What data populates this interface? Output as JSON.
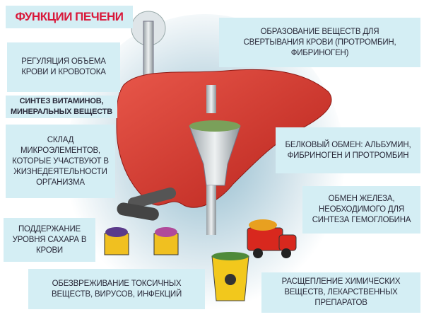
{
  "title": "ФУНКЦИИ ПЕЧЕНИ",
  "functions": {
    "blood_volume": "РЕГУЛЯЦИЯ ОБЪЕМА КРОВИ И КРОВОТОКА",
    "coagulation": "ОБРАЗОВАНИЕ ВЕЩЕСТВ ДЛЯ СВЕРТЫВАНИЯ КРОВИ (ПРОТРОМБИН, ФИБРИНОГЕН)",
    "vitamins": "СИНТЕЗ ВИТАМИНОВ, МИНЕРАЛЬНЫХ ВЕЩЕСТВ",
    "microelements": "СКЛАД МИКРОЭЛЕМЕНТОВ, КОТОРЫЕ УЧАСТВУЮТ В ЖИЗНЕДЕЯТЕЛЬНОСТИ ОРГАНИЗМА",
    "protein": "БЕЛКОВЫЙ ОБМЕН: АЛЬБУМИН, ФИБРИНОГЕН И ПРОТРОМБИН",
    "iron": "ОБМЕН ЖЕЛЕЗА, НЕОБХОДИМОГО ДЛЯ СИНТЕЗА ГЕМОГЛОБИНА",
    "sugar": "ПОДДЕРЖАНИЕ УРОВНЯ САХАРА В КРОВИ",
    "detox": "ОБЕЗВРЕЖИВАНИЕ ТОКСИЧНЫХ ВЕЩЕСТВ, ВИРУСОВ, ИНФЕКЦИЙ",
    "chemicals": "РАСЩЕПЛЕНИЕ ХИМИЧЕСКИХ ВЕЩЕСТВ, ЛЕКАРСТВЕННЫХ ПРЕПАРАТОВ"
  },
  "colors": {
    "box": "#d4eef4",
    "title": "#d9183a",
    "liver": "#d8392e"
  }
}
